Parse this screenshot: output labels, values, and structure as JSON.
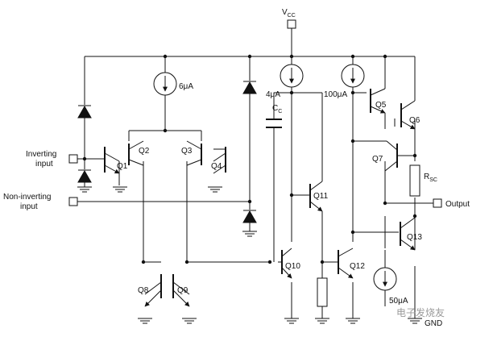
{
  "supply": {
    "vcc": "V",
    "vcc_sub": "CC",
    "gnd": "GND"
  },
  "pins": {
    "inverting_line1": "Inverting",
    "inverting_line2": "input",
    "noninverting_line1": "Non-inverting",
    "noninverting_line2": "input",
    "output": "Output"
  },
  "sources": {
    "i6": "6μA",
    "i4": "4μA",
    "i100": "100μA",
    "i50": "50μA"
  },
  "components": {
    "cc_main": "C",
    "cc_sub": "C",
    "rsc_main": "R",
    "rsc_sub": "SC"
  },
  "transistors": {
    "q1": "Q1",
    "q2": "Q2",
    "q3": "Q3",
    "q4": "Q4",
    "q5": "Q5",
    "q6": "Q6",
    "q7": "Q7",
    "q8": "Q8",
    "q9": "Q9",
    "q10": "Q10",
    "q11": "Q11",
    "q12": "Q12",
    "q13": "Q13"
  },
  "watermark": "电子发烧友"
}
